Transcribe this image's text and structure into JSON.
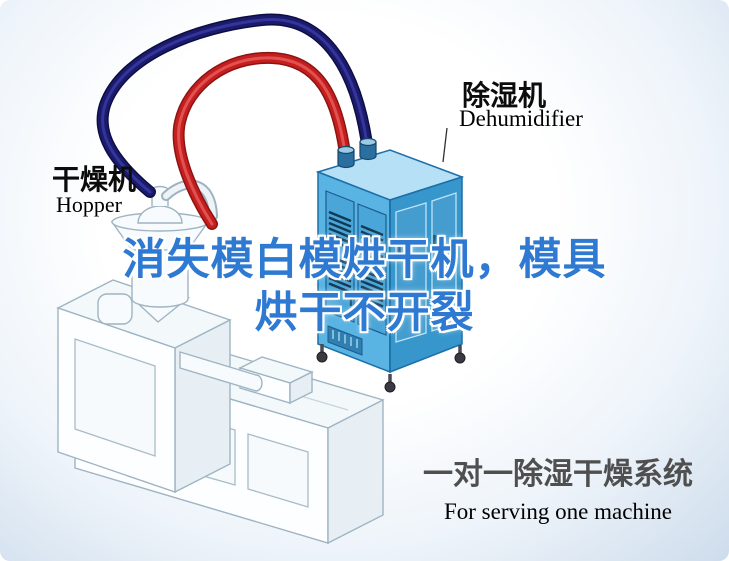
{
  "labels": {
    "dryer_cn": "干燥机",
    "dryer_en": "Hopper",
    "dehumidifier_cn": "除湿机",
    "dehumidifier_en": "Dehumidifier"
  },
  "watermark": {
    "line1": "消失模白模烘干机，模具",
    "line2": "烘干不开裂",
    "color": "#2e7ad2"
  },
  "caption": {
    "title_cn": "一对一除湿干燥系统",
    "subtitle_en": "For serving one machine",
    "title_color": "#4f4f4f"
  },
  "colors": {
    "hose_red": "#c41f1f",
    "hose_navy": "#1b1b6b",
    "machine_blue_top": "#b5e0f5",
    "machine_blue_left": "#59b3e3",
    "machine_blue_right": "#3796cc",
    "background_edge": "#cddcec"
  }
}
